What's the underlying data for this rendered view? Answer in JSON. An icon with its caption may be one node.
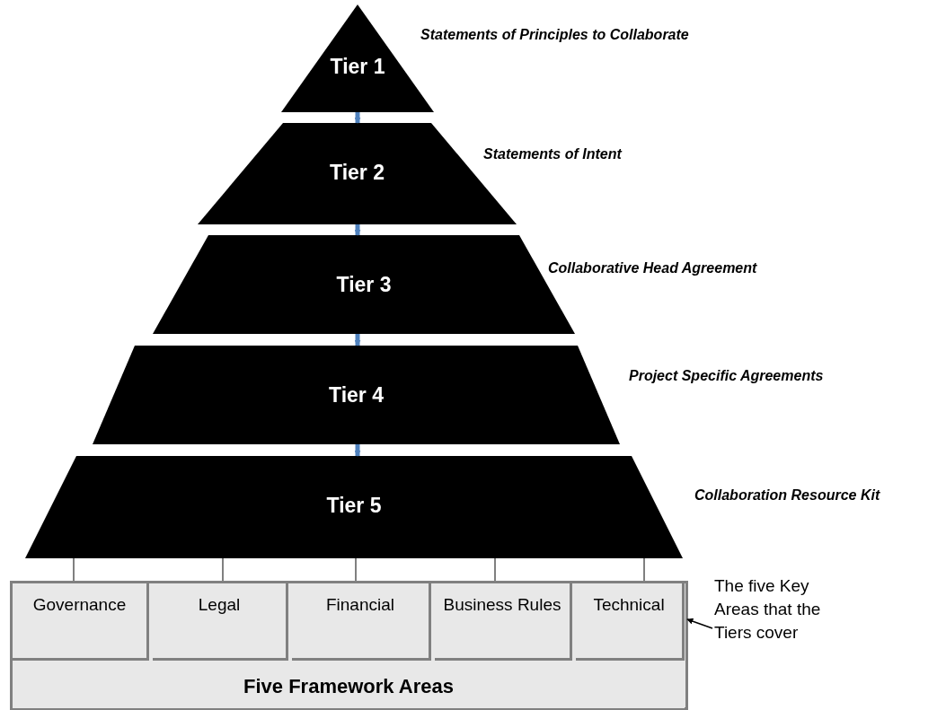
{
  "diagram": {
    "nodes": [
      {
        "text": [
          "Tier 1"
        ],
        "beside": [
          "Statements of Principles to Collaborate"
        ]
      },
      {
        "text": [
          "Tier 2"
        ],
        "beside": [
          "Statements of Intent"
        ]
      },
      {
        "text": [
          "Tier 3"
        ],
        "beside": [
          "Collaborative Head Agreement"
        ]
      },
      {
        "text": [
          "Tier 4"
        ],
        "beside": [
          "Project Specific Agreements"
        ]
      },
      {
        "text": [
          "Tier 5"
        ],
        "beside": [
          "Collaboration Resource Kit"
        ]
      },
      {
        "text": [
          "Governance"
        ]
      },
      {
        "text": [
          "Legal"
        ]
      },
      {
        "text": [
          "Financial"
        ]
      },
      {
        "text": [
          "Business Rules"
        ]
      },
      {
        "text": [
          "Technical"
        ]
      },
      {
        "text": [
          "Five Framework Areas"
        ]
      },
      {
        "text": [
          "The five Key Areas that the Tiers cover"
        ]
      }
    ],
    "edges": [
      {
        "from": 0,
        "to": 1,
        "arrow": "to",
        "style": "thick",
        "color": "#4f81bd"
      },
      {
        "from": 1,
        "to": 2,
        "arrow": "to",
        "style": "thick",
        "color": "#4f81bd"
      },
      {
        "from": 2,
        "to": 3,
        "arrow": "to",
        "style": "thick",
        "color": "#4f81bd"
      },
      {
        "from": 3,
        "to": 4,
        "arrow": "to",
        "style": "thick",
        "color": "#4f81bd"
      },
      {
        "from": 4,
        "to": 5,
        "arrow": "none"
      },
      {
        "from": 4,
        "to": 6,
        "arrow": "none"
      },
      {
        "from": 4,
        "to": 7,
        "arrow": "none"
      },
      {
        "from": 4,
        "to": 8,
        "arrow": "none"
      },
      {
        "from": 4,
        "to": 9,
        "arrow": "none"
      },
      {
        "from": 11,
        "to": 9,
        "arrow": "to",
        "color": "#000000"
      }
    ]
  }
}
